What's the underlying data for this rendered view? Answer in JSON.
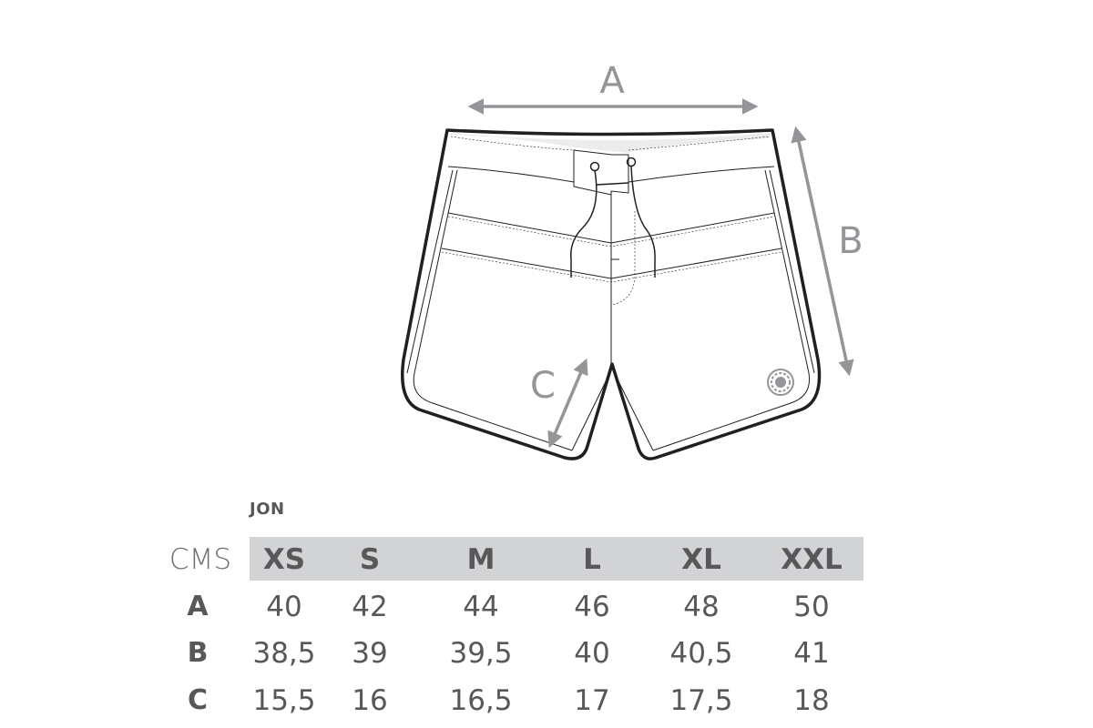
{
  "diagram": {
    "labels": {
      "A": "A",
      "B": "B",
      "C": "C"
    },
    "colors": {
      "arrow": "#939598",
      "outline": "#231f20",
      "header_band": "#d1d3d4",
      "text": "#58585a"
    }
  },
  "size_chart": {
    "model": "JON",
    "unit": "CMS",
    "sizes": [
      "XS",
      "S",
      "M",
      "L",
      "XL",
      "XXL"
    ],
    "rows": [
      {
        "label": "A",
        "values": [
          "40",
          "42",
          "44",
          "46",
          "48",
          "50"
        ]
      },
      {
        "label": "B",
        "values": [
          "38,5",
          "39",
          "39,5",
          "40",
          "40,5",
          "41"
        ]
      },
      {
        "label": "C",
        "values": [
          "15,5",
          "16",
          "16,5",
          "17",
          "17,5",
          "18"
        ]
      }
    ]
  }
}
